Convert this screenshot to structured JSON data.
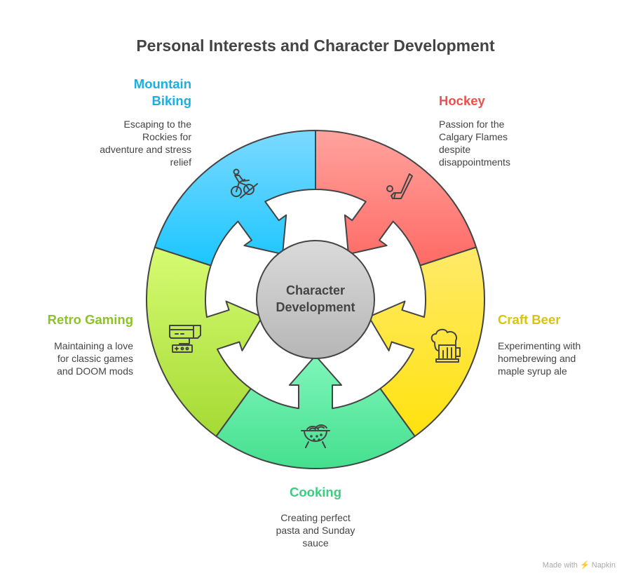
{
  "title": "Personal Interests and Character Development",
  "center": {
    "line1": "Character",
    "line2": "Development"
  },
  "segments": [
    {
      "key": "hockey",
      "title": [
        "Hockey"
      ],
      "description": [
        "Passion for the",
        "Calgary Flames",
        "despite",
        "disappointments"
      ],
      "color": "#e8524d",
      "grad": [
        "#ffa39e",
        "#ff6a64"
      ],
      "icon": "hockey-stick-icon"
    },
    {
      "key": "craft-beer",
      "title": [
        "Craft Beer"
      ],
      "description": [
        "Experimenting with",
        "homebrewing and",
        "maple syrup ale"
      ],
      "color": "#d8c214",
      "grad": [
        "#ffea6a",
        "#ffe20e"
      ],
      "icon": "beer-mug-icon"
    },
    {
      "key": "cooking",
      "title": [
        "Cooking"
      ],
      "description": [
        "Creating perfect",
        "pasta and Sunday",
        "sauce"
      ],
      "color": "#3ecb80",
      "grad": [
        "#7ff6ba",
        "#44df8e"
      ],
      "icon": "pasta-pot-icon"
    },
    {
      "key": "retro-gaming",
      "title": [
        "Retro Gaming"
      ],
      "description": [
        "Maintaining a love",
        "for classic games",
        "and DOOM mods"
      ],
      "color": "#8dc22a",
      "grad": [
        "#d6fb72",
        "#a5da34"
      ],
      "icon": "game-console-icon"
    },
    {
      "key": "mountain-biking",
      "title": [
        "Mountain",
        "Biking"
      ],
      "description": [
        "Escaping to the",
        "Rockies for",
        "adventure and stress",
        "relief"
      ],
      "color": "#1daee0",
      "grad": [
        "#7cd9ff",
        "#1bc6ff"
      ],
      "icon": "mountain-bike-icon"
    }
  ],
  "footer": {
    "made_with": "Made with",
    "brand": "Napkin"
  }
}
